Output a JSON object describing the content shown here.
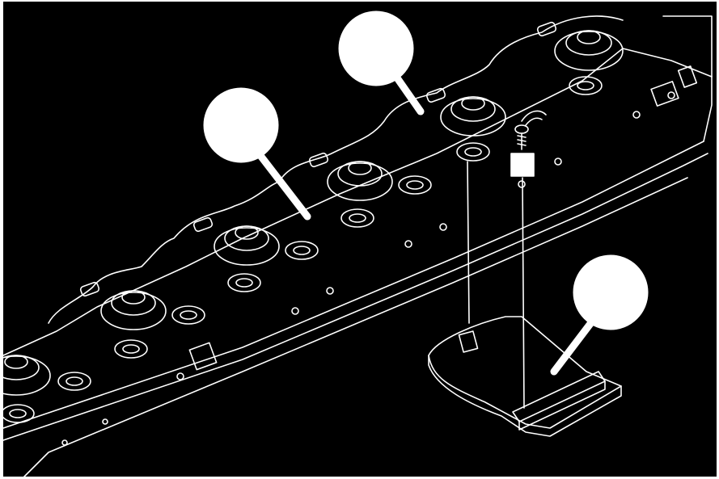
{
  "diagram": {
    "kind": "exploded-assembly-illustration",
    "colors": {
      "background": "#000000",
      "frame": "#ffffff",
      "line": "#ffffff",
      "callout": "#ffffff"
    },
    "callouts": [
      {
        "id": "callout-top",
        "label": ""
      },
      {
        "id": "callout-left",
        "label": ""
      },
      {
        "id": "callout-right",
        "label": ""
      }
    ],
    "parts": [
      "cutter-bar",
      "disc-hub",
      "bearing-washer",
      "bolt",
      "nut-square",
      "skid-shoe",
      "end-bracket"
    ]
  }
}
